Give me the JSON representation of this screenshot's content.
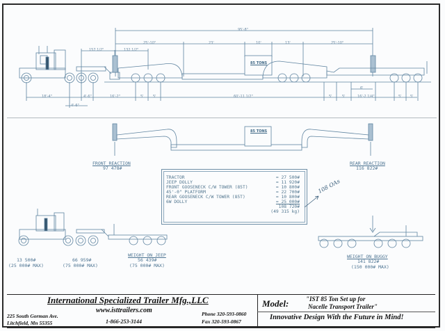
{
  "drawing": {
    "top_view": {
      "load_label": "85 TONS",
      "top_dims": {
        "overall": "95'-8\"",
        "front_gooseneck": "25'-10\"",
        "platform_front": "23'",
        "load_length": "10'",
        "platform_rear": "13'",
        "rear_gooseneck": "25'-10\"",
        "kingpin_front": "157 1/2\"",
        "kingpin_jeep": "132 1/2\""
      },
      "bottom_dims": {
        "tractor_wb": "18'-4\"",
        "tractor_tandem": "4'-6\"",
        "tractor_tandem2": "4'-6\"",
        "jeep_span": "16'-2\"",
        "jeep_axle1": "5'",
        "jeep_axle2": "5'",
        "deck_span": "60'-11 1/2\"",
        "rear_axle1": "5'",
        "rear_axle2": "5'",
        "rear_offset": "6'",
        "rear_span": "16'-2 1/4\"",
        "dolly_axle1": "5'",
        "dolly_axle2": "5'"
      }
    },
    "middle_view": {
      "load_label": "85 TONS",
      "front_reaction_label": "FRONT REACTION",
      "front_reaction_value": "97 478#",
      "rear_reaction_label": "REAR REACTION",
      "rear_reaction_value": "116 822#"
    },
    "weight_table": {
      "rows": [
        {
          "item": "TRACTOR",
          "weight": "= 27 500#"
        },
        {
          "item": "JEEP DOLLY",
          "weight": "= 11 920#"
        },
        {
          "item": "FRONT GOOSENECK C/W TOWER (85T)",
          "weight": "= 10 800#"
        },
        {
          "item": "45'-0\" PLATFORM",
          "weight": "= 22 700#"
        },
        {
          "item": "REAR GOOSENECK C/W TOWER (85T)",
          "weight": "= 10 800#"
        },
        {
          "item": "6W DOLLY",
          "weight": "= 25 000#"
        }
      ],
      "total_lbs": "108 720#",
      "total_kg": "(49 315 kg)",
      "handwritten_note": "108 OAs"
    },
    "bottom_left": {
      "steer_weight": "13 500#",
      "steer_max": "(25 000# MAX)",
      "drive_weight": "66 959#",
      "drive_max": "(75 000# MAX)",
      "jeep_label": "WEIGHT ON JEEP",
      "jeep_weight": "56 439#",
      "jeep_max": "(75 000# MAX)"
    },
    "bottom_right": {
      "buggy_label": "WEIGHT ON BUGGY",
      "buggy_weight": "141 822#",
      "buggy_max": "(150 000# MAX)"
    }
  },
  "title_block": {
    "company": "International Specialized Trailer Mfg.,LLC",
    "website": "www.isttrailers.com",
    "address_line1": "225 South Gorman Ave.",
    "address_line2": "Litchfield, Mn 55355",
    "tollfree": "1-866-253-3144",
    "phone": "Phone 320-593-0860",
    "fax": "Fax 320-593-0867",
    "model_label": "Model:",
    "model_line1": "\"IST  85 Ton Set up for",
    "model_line2": "Nacelle Transport Trailer\"",
    "slogan": "Innovative Design With the Future in Mind!"
  }
}
